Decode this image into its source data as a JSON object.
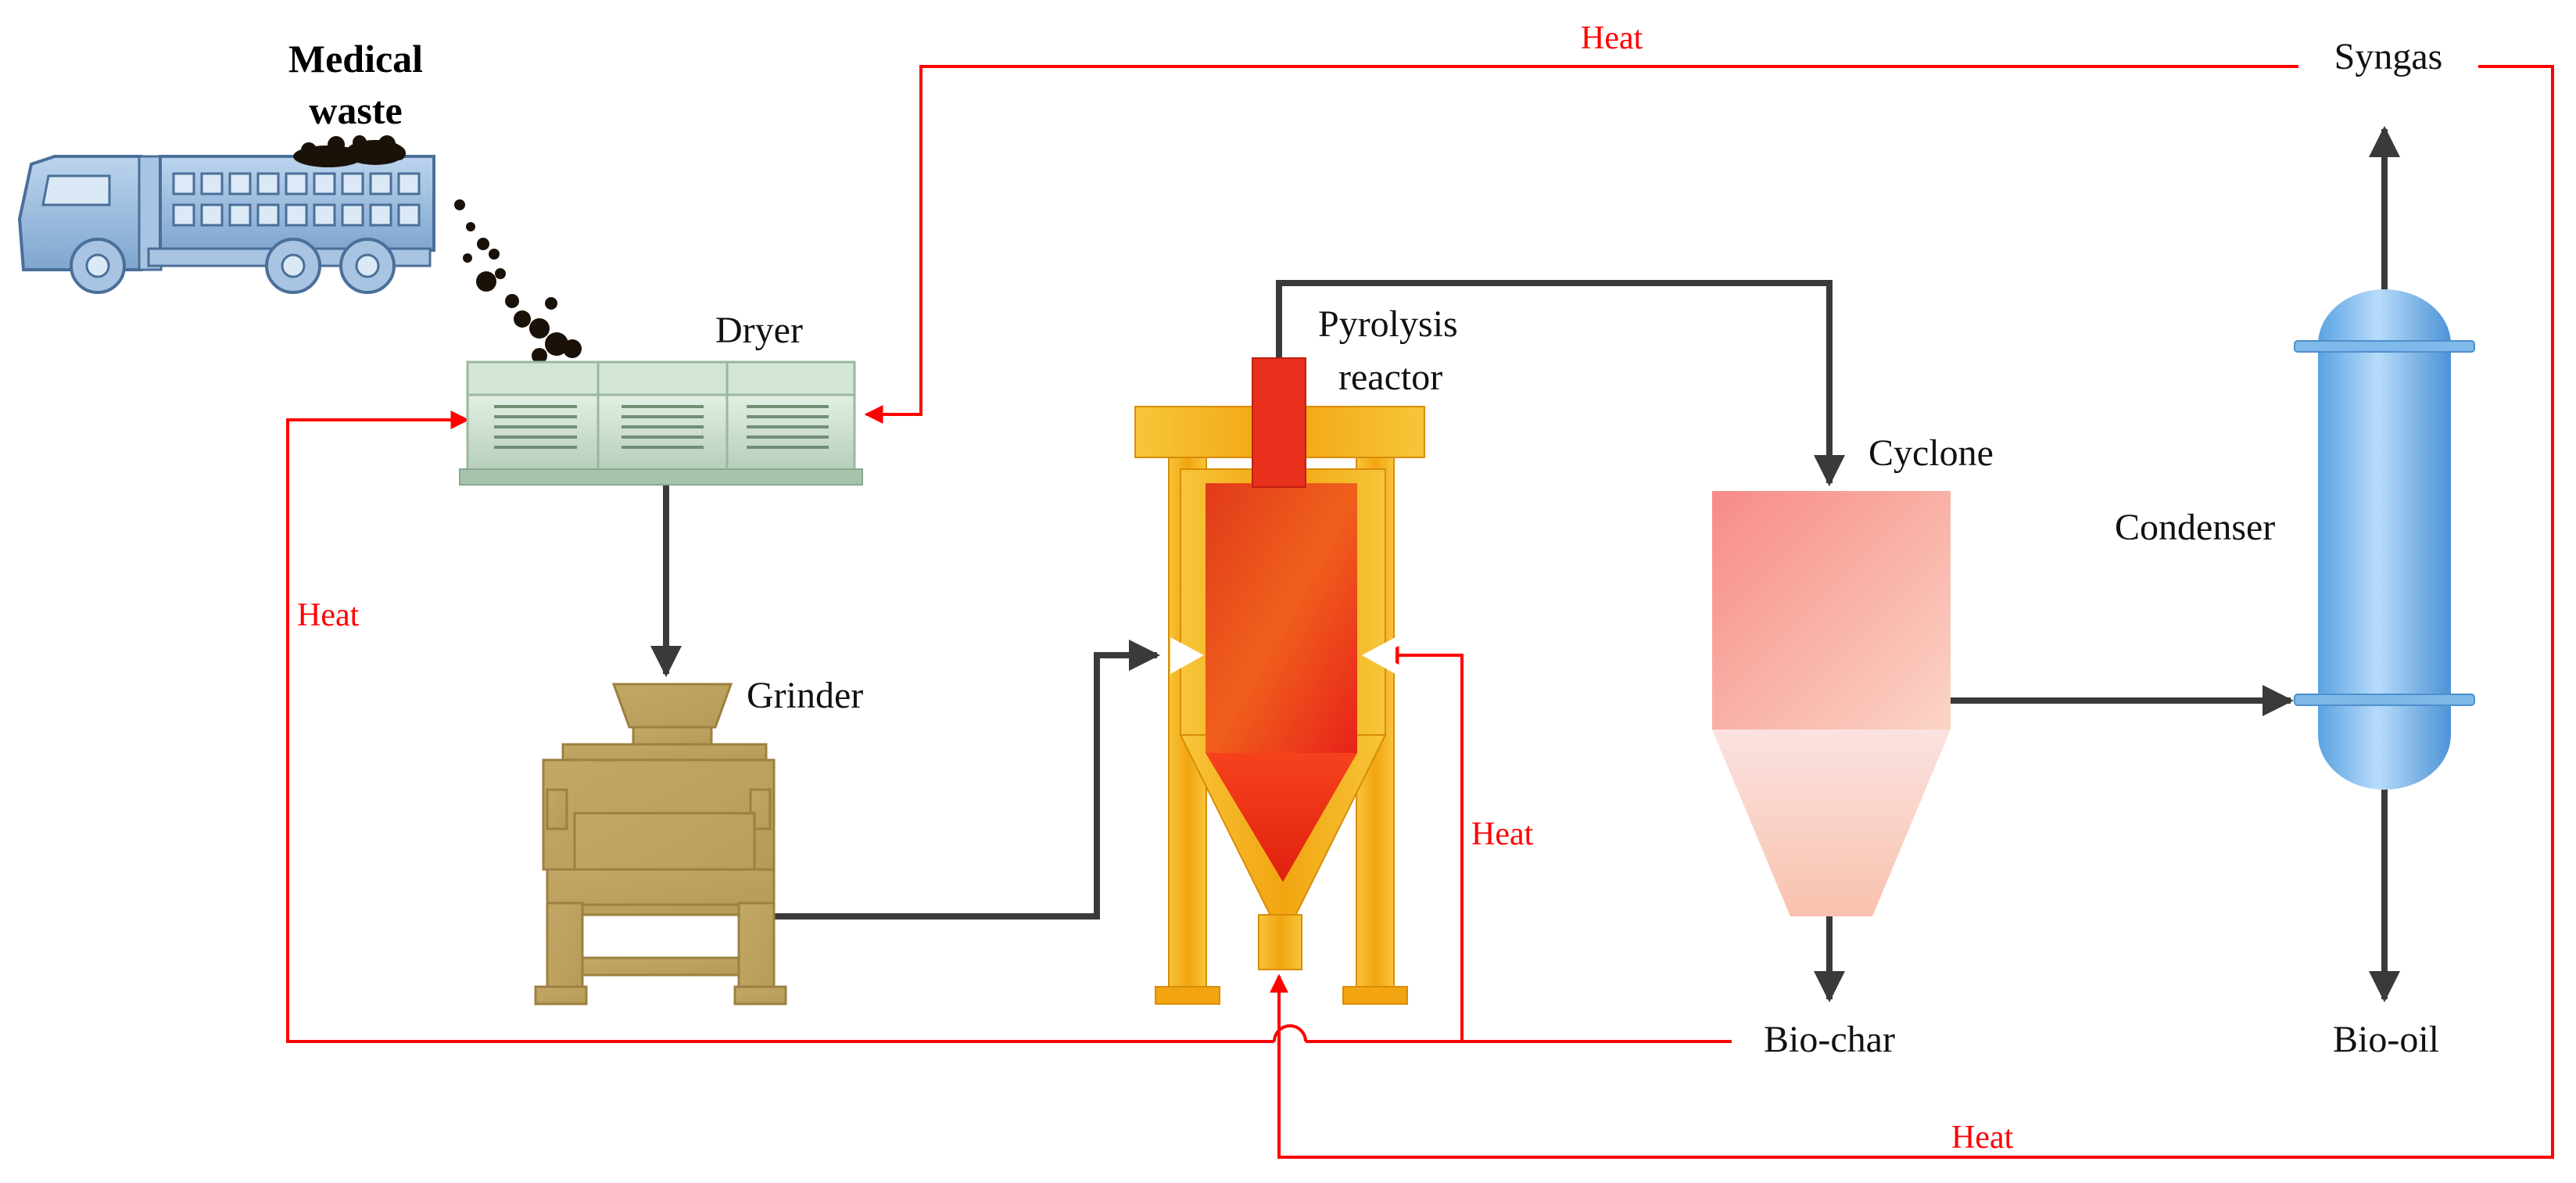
{
  "diagram": {
    "labels": {
      "medical_waste_line1": "Medical",
      "medical_waste_line2": "waste",
      "dryer": "Dryer",
      "grinder": "Grinder",
      "pyrolysis_line1": "Pyrolysis",
      "pyrolysis_line2": "reactor",
      "cyclone": "Cyclone",
      "condenser": "Condenser",
      "syngas": "Syngas",
      "bio_char": "Bio-char",
      "bio_oil": "Bio-oil",
      "heat_top": "Heat",
      "heat_left": "Heat",
      "heat_mid": "Heat",
      "heat_bottom": "Heat"
    },
    "colors": {
      "material_flow": "#3a3a3a",
      "heat_flow": "#ff0000",
      "truck": "#8fb4d9",
      "dryer": "#c8dccb",
      "grinder": "#b89a55",
      "reactor_frame": "#f2b21b",
      "reactor_core": "#e8301c",
      "cyclone": "#f7b8a8",
      "condenser": "#6aaee8"
    }
  }
}
